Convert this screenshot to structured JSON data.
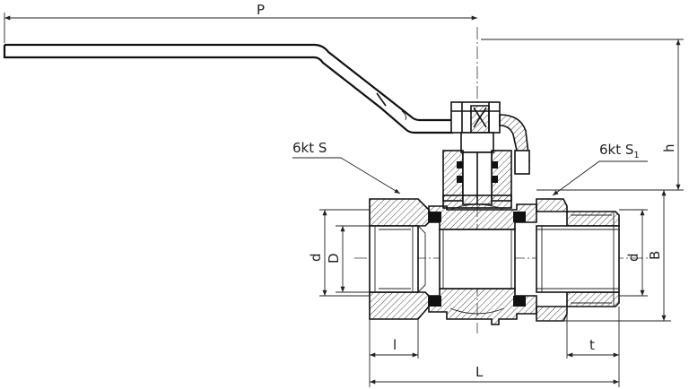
{
  "labels": {
    "P": "P",
    "h": "h",
    "hex_s": "6kt S",
    "hex_s1_main": "6kt S",
    "hex_s1_sub": "1",
    "d_left": "d",
    "D": "D",
    "d_right": "d",
    "B": "B",
    "l": "l",
    "t": "t",
    "L": "L"
  },
  "colors": {
    "line": "#111111",
    "background": "#ffffff"
  }
}
